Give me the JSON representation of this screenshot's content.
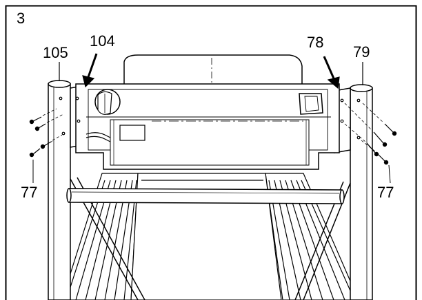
{
  "figure": {
    "step_number": "3",
    "callouts": {
      "upright_left": "105",
      "arrow_left": "104",
      "arrow_right": "78",
      "upright_right": "79",
      "screws_left": "77",
      "screws_right": "77"
    }
  },
  "colors": {
    "line": "#000000",
    "background": "#ffffff"
  }
}
